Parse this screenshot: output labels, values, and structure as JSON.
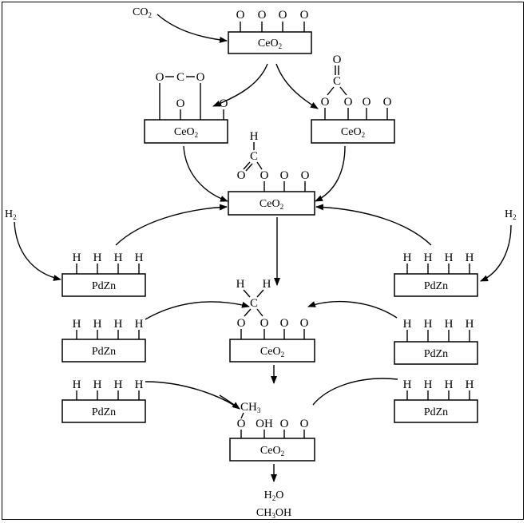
{
  "species": {
    "co2": "CO",
    "co2_sub": "2",
    "h2": "H",
    "h2_sub": "2",
    "h2o": "H",
    "h2o_sub": "2",
    "h2o_tail": "O",
    "ch3oh_a": "CH",
    "ch3oh_sub": "3",
    "ch3oh_b": "OH"
  },
  "supports": {
    "ceo2": "CeO",
    "ceo2_sub": "2",
    "pdzn": "PdZn"
  },
  "atoms": {
    "o": "O",
    "c": "C",
    "h": "H",
    "oh": "OH",
    "ch": "CH",
    "ch_sub": "3"
  }
}
